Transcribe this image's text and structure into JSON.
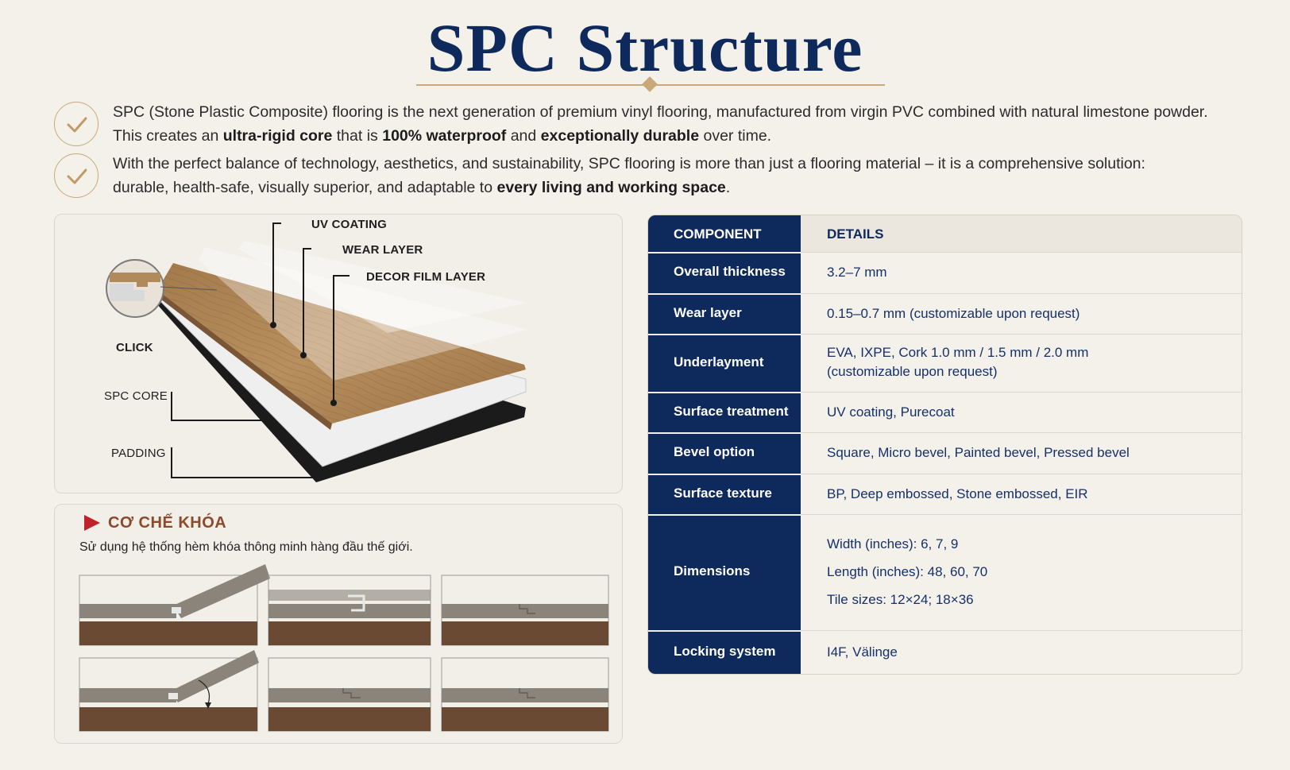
{
  "header": {
    "title": "SPC Structure"
  },
  "intro": [
    {
      "lines": [
        [
          {
            "t": "SPC (Stone Plastic Composite) flooring is the next generation of premium vinyl flooring, manufactured from virgin PVC combined with natural limestone powder.",
            "b": false
          }
        ],
        [
          {
            "t": "This creates an ",
            "b": false
          },
          {
            "t": "ultra-rigid core",
            "b": true
          },
          {
            "t": " that is ",
            "b": false
          },
          {
            "t": "100% waterproof",
            "b": true
          },
          {
            "t": " and ",
            "b": false
          },
          {
            "t": "exceptionally durable",
            "b": true
          },
          {
            "t": " over time.",
            "b": false
          }
        ]
      ]
    },
    {
      "lines": [
        [
          {
            "t": "With the perfect balance of technology, aesthetics, and sustainability, SPC flooring is more than just a flooring material – it is a comprehensive solution:",
            "b": false
          }
        ],
        [
          {
            "t": "durable, health-safe, visually superior, and adaptable to ",
            "b": false
          },
          {
            "t": "every living and working space",
            "b": true
          },
          {
            "t": ".",
            "b": false
          }
        ]
      ]
    }
  ],
  "diagram": {
    "labels": {
      "uv": "UV COATING",
      "wear": "WEAR LAYER",
      "decor": "DECOR FILM LAYER",
      "click": "CLICK",
      "core": "SPC CORE",
      "padding": "PADDING"
    }
  },
  "locking": {
    "title": "CƠ CHẾ KHÓA",
    "subtitle": "Sử dụng hệ thống hèm khóa thông minh hàng đầu thế giới."
  },
  "table": {
    "header": {
      "component": "COMPONENT",
      "details": "DETAILS"
    },
    "rows": [
      {
        "label": "Overall thickness",
        "details": [
          "3.2–7 mm"
        ]
      },
      {
        "label": "Wear layer",
        "details": [
          "0.15–0.7 mm (customizable upon request)"
        ]
      },
      {
        "label": "Underlayment",
        "details": [
          "EVA, IXPE, Cork 1.0 mm / 1.5 mm / 2.0 mm",
          "(customizable upon request)"
        ]
      },
      {
        "label": "Surface treatment",
        "details": [
          "UV coating, Purecoat"
        ]
      },
      {
        "label": "Bevel option",
        "details": [
          "Square, Micro bevel, Painted bevel, Pressed bevel"
        ]
      },
      {
        "label": "Surface texture",
        "details": [
          "BP, Deep embossed, Stone embossed, EIR"
        ]
      },
      {
        "label": "Dimensions",
        "details": [
          "Width (inches): 6, 7, 9",
          "Length (inches): 48, 60, 70",
          "Tile sizes: 12×24; 18×36"
        ]
      },
      {
        "label": "Locking system",
        "details": [
          "I4F, Välinge"
        ]
      }
    ]
  },
  "colors": {
    "navy": "#0e2a5c",
    "gold": "#c9a97a",
    "background": "#f4f1ea",
    "lock_title": "#8b4a2b"
  }
}
